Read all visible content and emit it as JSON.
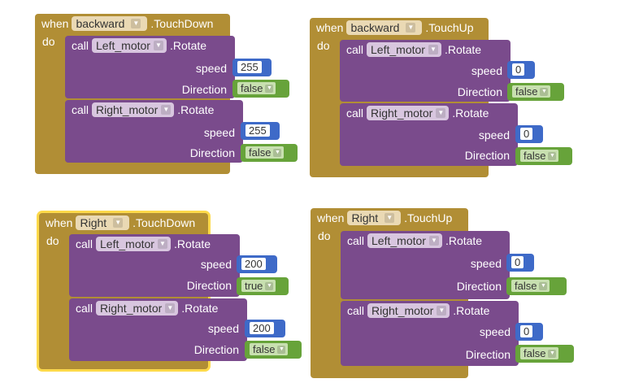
{
  "blocks": [
    {
      "when": "when",
      "component": "backward",
      "event": ".TouchDown",
      "do": "do",
      "calls": [
        {
          "call": "call",
          "component": "Left_motor",
          "method": ".Rotate",
          "speed_label": "speed",
          "speed": "255",
          "direction_label": "Direction",
          "direction": "false"
        },
        {
          "call": "call",
          "component": "Right_motor",
          "method": ".Rotate",
          "speed_label": "speed",
          "speed": "255",
          "direction_label": "Direction",
          "direction": "false"
        }
      ]
    },
    {
      "when": "when",
      "component": "backward",
      "event": ".TouchUp",
      "do": "do",
      "calls": [
        {
          "call": "call",
          "component": "Left_motor",
          "method": ".Rotate",
          "speed_label": "speed",
          "speed": "0",
          "direction_label": "Direction",
          "direction": "false"
        },
        {
          "call": "call",
          "component": "Right_motor",
          "method": ".Rotate",
          "speed_label": "speed",
          "speed": "0",
          "direction_label": "Direction",
          "direction": "false"
        }
      ]
    },
    {
      "when": "when",
      "component": "Right",
      "event": ".TouchDown",
      "do": "do",
      "calls": [
        {
          "call": "call",
          "component": "Left_motor",
          "method": ".Rotate",
          "speed_label": "speed",
          "speed": "200",
          "direction_label": "Direction",
          "direction": "true"
        },
        {
          "call": "call",
          "component": "Right_motor",
          "method": ".Rotate",
          "speed_label": "speed",
          "speed": "200",
          "direction_label": "Direction",
          "direction": "false"
        }
      ]
    },
    {
      "when": "when",
      "component": "Right",
      "event": ".TouchUp",
      "do": "do",
      "calls": [
        {
          "call": "call",
          "component": "Left_motor",
          "method": ".Rotate",
          "speed_label": "speed",
          "speed": "0",
          "direction_label": "Direction",
          "direction": "false"
        },
        {
          "call": "call",
          "component": "Right_motor",
          "method": ".Rotate",
          "speed_label": "speed",
          "speed": "0",
          "direction_label": "Direction",
          "direction": "false"
        }
      ]
    }
  ],
  "colors": {
    "event": "#b18e35",
    "procedure": "#7a4b8c",
    "math": "#3e6ac8",
    "logic": "#67a33a",
    "selected": "#fcd94a"
  }
}
